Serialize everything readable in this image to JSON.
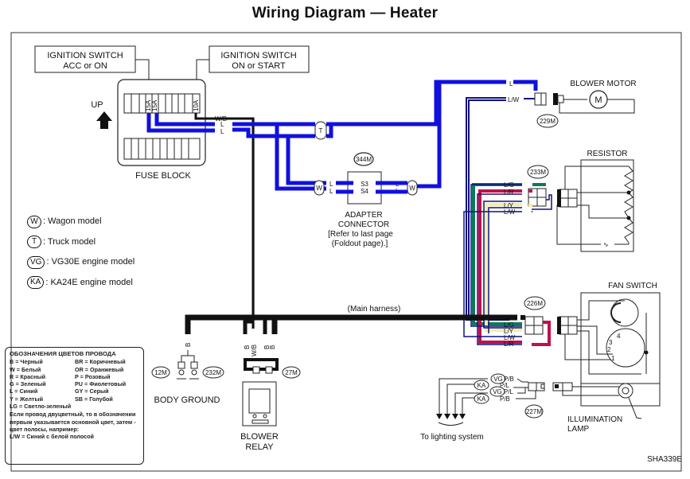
{
  "title": "Wiring Diagram — Heater",
  "diagram_code": "SHA339E",
  "colors": {
    "blue_wire": "#1010e0",
    "green_wire": "#0b7a5a",
    "red_wire": "#c0104a",
    "yellow_wire": "#f2f0a0",
    "navy_wire": "#101080",
    "black_wire": "#000000"
  },
  "components": {
    "ignition_acc": {
      "line1": "IGNITION SWITCH",
      "line2": "ACC or ON"
    },
    "ignition_start": {
      "line1": "IGNITION SWITCH",
      "line2": "ON or START"
    },
    "fuse_block": {
      "label": "FUSE BLOCK",
      "up_label": "UP",
      "fuse_a": "15A",
      "fuse_b": "15A",
      "fuse_c": "10A"
    },
    "adapter_connector": {
      "id": "344M",
      "line1": "ADAPTER",
      "line2": "CONNECTOR",
      "line3": "[Refer to last page",
      "line4": "(Foldout page).]",
      "pin_top": "S3",
      "pin_bottom": "S4"
    },
    "blower_motor": {
      "label": "BLOWER MOTOR",
      "connector": "229M",
      "symbol": "M"
    },
    "resistor": {
      "label": "RESISTOR",
      "connector": "233M"
    },
    "fan_switch": {
      "label": "FAN SWITCH",
      "connector": "226M",
      "pins": [
        "4",
        "3",
        "2",
        "1"
      ]
    },
    "body_ground": {
      "label": "BODY GROUND",
      "connector_a": "12M",
      "connector_b": "232M"
    },
    "blower_relay": {
      "line1": "BLOWER",
      "line2": "RELAY",
      "connector": "27M"
    },
    "illumination": {
      "line1": "ILLUMINATION",
      "line2": "LAMP",
      "connector": "227M"
    },
    "lighting": {
      "label": "To lighting system"
    },
    "main_harness": "(Main harness)"
  },
  "wire_labels": {
    "wb": "W/B",
    "l": "L",
    "lw": "L/W",
    "lg": "L/G",
    "lr": "L/R",
    "ly": "L/Y",
    "b": "B",
    "pb": "P/B",
    "pl": "P/L",
    "w_marker": "W",
    "t_marker": "T",
    "vg": "VG",
    "ka": "KA"
  },
  "model_legend": [
    {
      "code": "W",
      "text": ": Wagon model"
    },
    {
      "code": "T",
      "text": ": Truck model"
    },
    {
      "code": "VG",
      "text": ": VG30E engine model"
    },
    {
      "code": "KA",
      "text": ": KA24E engine model"
    }
  ],
  "color_legend": {
    "title": "ОБОЗНАЧЕНИЯ ЦВЕТОВ ПРОВОДА",
    "left": [
      {
        "code": "B",
        "name": "= Черный"
      },
      {
        "code": "W",
        "name": "= Белый"
      },
      {
        "code": "R",
        "name": "= Красный"
      },
      {
        "code": "G",
        "name": "= Зеленый"
      },
      {
        "code": "L",
        "name": "= Синий"
      },
      {
        "code": "Y",
        "name": "= Желтый"
      },
      {
        "code": "LG",
        "name": "= Светло-зеленый"
      }
    ],
    "right": [
      {
        "code": "BR",
        "name": "= Коричневый"
      },
      {
        "code": "OR",
        "name": "= Оранжевый"
      },
      {
        "code": "P",
        "name": "= Розовый"
      },
      {
        "code": "PU",
        "name": "= Фиолетовый"
      },
      {
        "code": "GY",
        "name": "= Серый"
      },
      {
        "code": "SB",
        "name": "= Голубой"
      }
    ],
    "note": "Если провод двуцветный, то в обозначении первым указывается основной цвет, затем - цвет полосы, например:",
    "example": "L/W = Синий с белой полосой"
  }
}
